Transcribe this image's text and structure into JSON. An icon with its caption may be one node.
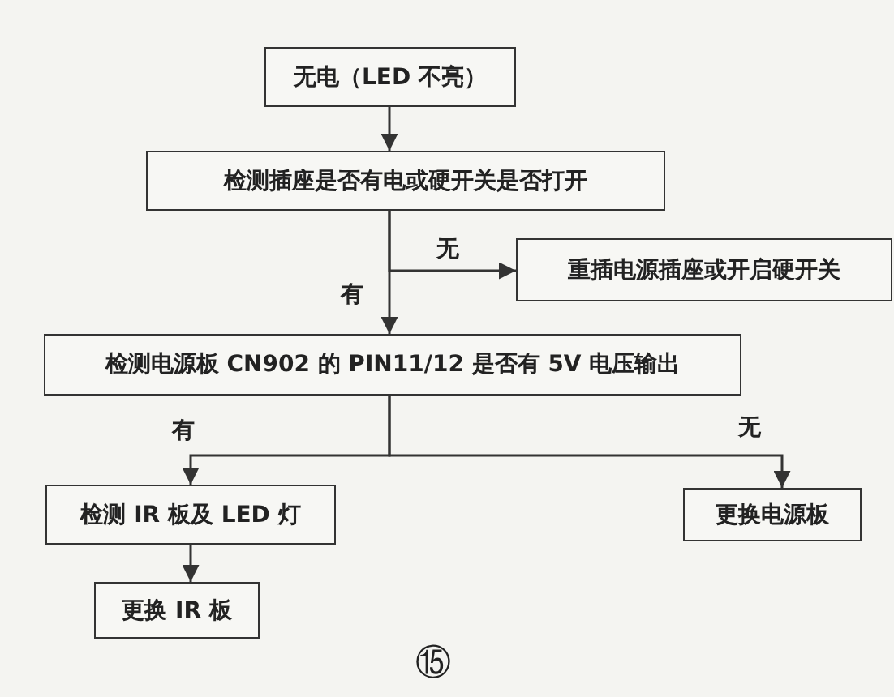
{
  "diagram": {
    "nodes": [
      {
        "text": [
          "无电（LED 不亮）"
        ]
      },
      {
        "text": [
          "检测插座是否有电或硬开关是否打开"
        ]
      },
      {
        "text": [
          "重插电源插座或开启硬开关"
        ]
      },
      {
        "text": [
          "检测电源板 CN902 的 PIN11/12 是否有 5V 电压输出"
        ]
      },
      {
        "text": [
          "检测 IR 板及 LED 灯"
        ]
      },
      {
        "text": [
          "更换电源板"
        ]
      },
      {
        "text": [
          "更换 IR 板"
        ]
      }
    ],
    "edges": [
      {
        "from": 0,
        "to": 1,
        "arrow": "to"
      },
      {
        "from": 1,
        "to": 2,
        "arrow": "to",
        "label": "无"
      },
      {
        "from": 1,
        "to": 3,
        "arrow": "to",
        "label": "有"
      },
      {
        "from": 3,
        "to": 4,
        "arrow": "to",
        "label": "有"
      },
      {
        "from": 3,
        "to": 5,
        "arrow": "to",
        "label": "无"
      },
      {
        "from": 4,
        "to": 6,
        "arrow": "to"
      }
    ],
    "labels": [
      "⑮"
    ]
  }
}
